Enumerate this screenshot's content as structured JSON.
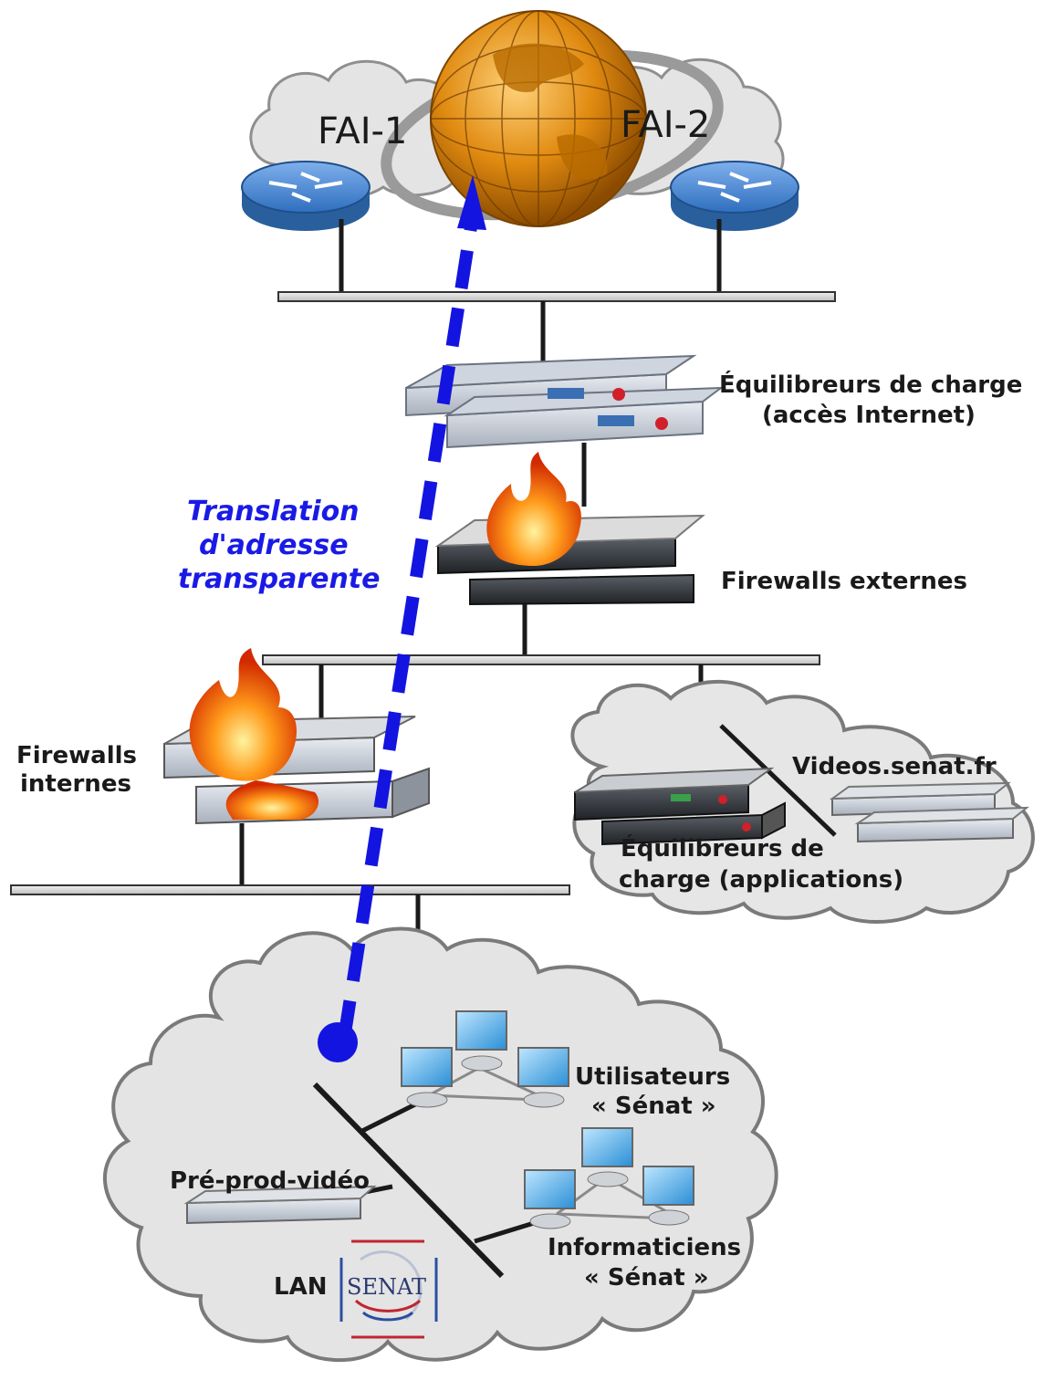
{
  "isp": {
    "left_label": "FAI-1",
    "right_label": "FAI-2"
  },
  "devices": {
    "lb_internet_line1": "Équilibreurs de charge",
    "lb_internet_line2": "(accès Internet)",
    "fw_external": "Firewalls externes",
    "fw_internal_line1": "Firewalls",
    "fw_internal_line2": "internes",
    "videos": "Videos.senat.fr",
    "lb_apps_line1": "Équilibreurs de",
    "lb_apps_line2": "charge (applications)",
    "preprod": "Pré-prod-vidéo"
  },
  "lan": {
    "users_line1": "Utilisateurs",
    "users_line2": "« Sénat »",
    "it_line1": "Informaticiens",
    "it_line2": "« Sénat »",
    "lan_label": "LAN",
    "logo_text": "SENAT"
  },
  "annotation": {
    "line1": "Translation",
    "line2": "d'adresse",
    "line3": "transparente",
    "color": "#1a1ae6"
  },
  "colors": {
    "bus": "#d9d9d9",
    "router": "#3d7cc9",
    "cloud": "#e6e6e6",
    "path": "#1414e0"
  }
}
